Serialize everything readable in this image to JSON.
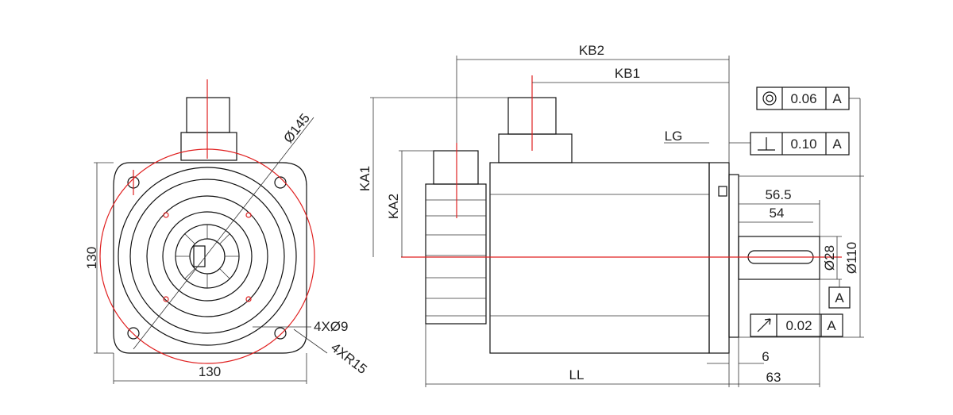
{
  "front_view": {
    "width_label": "130",
    "height_label": "130",
    "circle_label": "Ø145",
    "holes_label": "4XØ9",
    "radius_label": "4XR15"
  },
  "side_view": {
    "kb2": "KB2",
    "kb1": "KB1",
    "ka1": "KA1",
    "ka2": "KA2",
    "lg": "LG",
    "ll": "LL",
    "shaft_len_outer": "56.5",
    "shaft_len_inner": "54",
    "shaft_dia": "Ø28",
    "pilot_dia": "Ø110",
    "flange_thick": "6",
    "shaft_total": "63"
  },
  "tolerances": [
    {
      "symbol": "concentricity",
      "value": "0.06",
      "datum": "A"
    },
    {
      "symbol": "perpendicularity",
      "value": "0.10",
      "datum": "A"
    },
    {
      "symbol": "runout",
      "value": "0.02",
      "datum": "A"
    }
  ],
  "datum": "A",
  "colors": {
    "line": "#111111",
    "center": "#e02020"
  }
}
